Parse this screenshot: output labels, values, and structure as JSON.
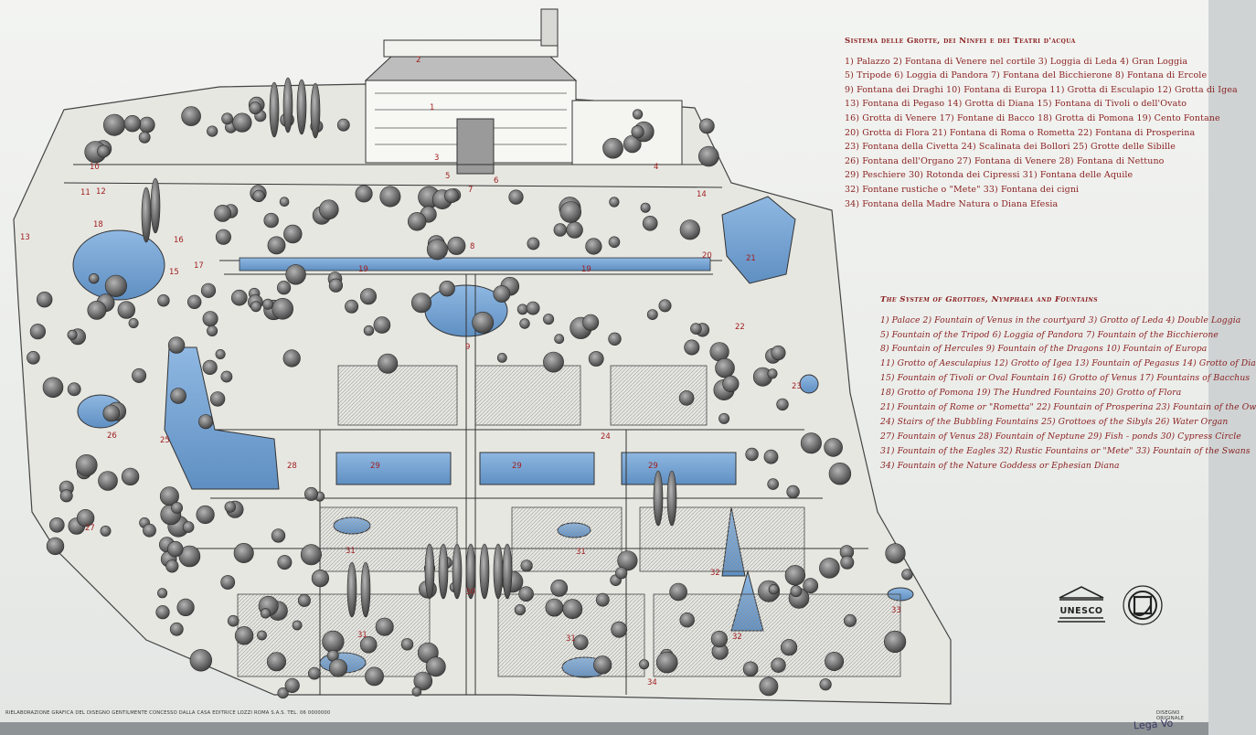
{
  "legend_it": {
    "title": "Sistema delle Grotte, dei Ninfei e dei Teatri d'acqua",
    "lines": [
      "1) Palazzo 2) Fontana di Venere nel cortile 3) Loggia di Leda 4) Gran Loggia",
      "5) Tripode 6) Loggia di Pandora 7) Fontana del Bicchierone 8) Fontana di Ercole",
      "9) Fontana dei Draghi 10) Fontana di Europa 11) Grotta di Esculapio 12) Grotta di Igea",
      "13) Fontana di Pegaso 14) Grotta di Diana 15) Fontana di Tivoli o dell'Ovato",
      "16) Grotta di Venere 17) Fontane di Bacco 18) Grotta di Pomona 19) Cento Fontane",
      "20) Grotta di Flora 21) Fontana di Roma o Rometta 22) Fontana di Prosperina",
      "23) Fontana della Civetta 24) Scalinata dei Bollori 25) Grotte delle Sibille",
      "26) Fontana dell'Organo 27) Fontana di Venere 28) Fontana di Nettuno",
      "29) Peschiere 30) Rotonda dei Cipressi 31) Fontana delle Aquile",
      "32) Fontane rustiche o \"Mete\" 33) Fontana dei cigni",
      "34) Fontana della Madre Natura o Diana Efesia"
    ]
  },
  "legend_en": {
    "title": "The System of Grottoes, Nymphaea and Fountains",
    "lines": [
      "1) Palace 2) Fountain of Venus in the courtyard 3) Grotto of Leda 4) Double Loggia",
      "5) Fountain of the Tripod 6) Loggia of Pandora 7) Fountain of the Bicchierone",
      "8) Fountain of Hercules 9) Fountain of the Dragons 10) Fountain of Europa",
      "11) Grotto of Aesculapius 12) Grotto of Igea 13) Fountain of Pegasus 14) Grotto of Dia",
      "15) Fountain of Tivoli or Oval Fountain 16) Grotto of Venus 17) Fountains of Bacchus",
      "18) Grotto of Pomona 19) The Hundred Fountains 20) Grotto of Flora",
      "21) Fountain of Rome or \"Rometta\" 22) Fountain of Prosperina 23) Fountain of the Ow",
      "24) Stairs of the Bubbling Fountains 25) Grottoes of the Sibyls 26) Water Organ",
      "27) Fountain of Venus 28) Fountain of Neptune 29) Fish - ponds 30) Cypress Circle",
      "31) Fountain of the Eagles 32) Rustic Fountains or \"Mete\" 33) Fountain of the Swans",
      "34) Fountain of the Nature Goddess or Ephesian Diana"
    ]
  },
  "credits": {
    "left": "RIELABORAZIONE GRAFICA DEL DISEGNO GENTILMENTE CONCESSO DALLA CASA EDITRICE LOZZI ROMA S.A.S. TEL. 06 0000000",
    "right": "DISEGNO ORIGINALE"
  },
  "handwriting": "Lega Vo",
  "logos": {
    "unesco": "UNESCO",
    "whc_icon": "world-heritage-emblem-icon"
  },
  "map_labels": [
    {
      "text": "1"
    },
    {
      "text": "2"
    },
    {
      "text": "3"
    },
    {
      "text": "4"
    },
    {
      "text": "5"
    },
    {
      "text": "6"
    },
    {
      "text": "7"
    },
    {
      "text": "8"
    },
    {
      "text": "9"
    },
    {
      "text": "10"
    },
    {
      "text": "11"
    },
    {
      "text": "12"
    },
    {
      "text": "13"
    },
    {
      "text": "14"
    },
    {
      "text": "15"
    },
    {
      "text": "16"
    },
    {
      "text": "17"
    },
    {
      "text": "18"
    },
    {
      "text": "19"
    },
    {
      "text": "19"
    },
    {
      "text": "20"
    },
    {
      "text": "21"
    },
    {
      "text": "22"
    },
    {
      "text": "23"
    },
    {
      "text": "24"
    },
    {
      "text": "25"
    },
    {
      "text": "26"
    },
    {
      "text": "27"
    },
    {
      "text": "28"
    },
    {
      "text": "29"
    },
    {
      "text": "29"
    },
    {
      "text": "29"
    },
    {
      "text": "30"
    },
    {
      "text": "31"
    },
    {
      "text": "31"
    },
    {
      "text": "31"
    },
    {
      "text": "31"
    },
    {
      "text": "32"
    },
    {
      "text": "32"
    },
    {
      "text": "33"
    },
    {
      "text": "34"
    }
  ],
  "colors": {
    "legend_text": "#8a2222",
    "water": "#7aa6d4",
    "foliage": "#6e6e6e",
    "paper": "#f0f1ee"
  }
}
